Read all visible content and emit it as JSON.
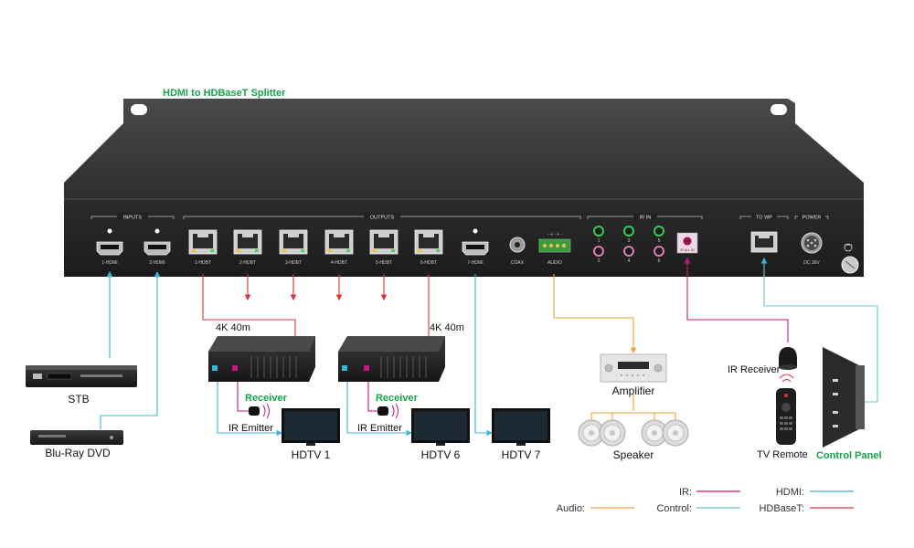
{
  "title": "HDMI to HDBaseT Splitter",
  "panel": {
    "sections": {
      "inputs": "INPUTS",
      "outputs": "OUTPUTS",
      "ir_in": "IR IN",
      "to_wp": "TO WP",
      "power": "POWER"
    },
    "ports": {
      "hdmi_in_1": "1-HDMI",
      "hdmi_in_2": "2-HDMI",
      "hdbt": [
        "1-HDBT",
        "2-HDBT",
        "3-HDBT",
        "4-HDBT",
        "5-HDBT",
        "6-HDBT"
      ],
      "hdmi_out_7": "7-HDMI",
      "coax": "COAX",
      "audio": "AUDIO",
      "ir_numbers": [
        "1",
        "3",
        "5",
        "2",
        "4",
        "6"
      ],
      "ir_all_in": "IR ALL IN",
      "dc": "DC 36V"
    }
  },
  "labels": {
    "distance_1": "4K 40m",
    "distance_2": "4K 40m",
    "stb": "STB",
    "bluray": "Blu-Ray DVD",
    "receiver_1": "Receiver",
    "receiver_2": "Receiver",
    "ir_emitter_1": "IR Emitter",
    "ir_emitter_2": "IR Emitter",
    "hdtv_1": "HDTV 1",
    "hdtv_6": "HDTV 6",
    "hdtv_7": "HDTV 7",
    "amplifier": "Amplifier",
    "speaker": "Speaker",
    "ir_receiver": "IR Receiver",
    "tv_remote": "TV Remote",
    "control_panel": "Control Panel"
  },
  "legend": {
    "ir": "IR:",
    "hdmi": "HDMI:",
    "audio": "Audio:",
    "control": "Control:",
    "hdbaset": "HDBaseT:"
  },
  "colors": {
    "hdmi": "#3bb4d8",
    "hdbaset": "#d8343c",
    "ir": "#c2177e",
    "audio": "#f0a040",
    "control": "#6cc7c8",
    "accent_green": "#16a34a",
    "chassis": "#3a3a3a"
  }
}
